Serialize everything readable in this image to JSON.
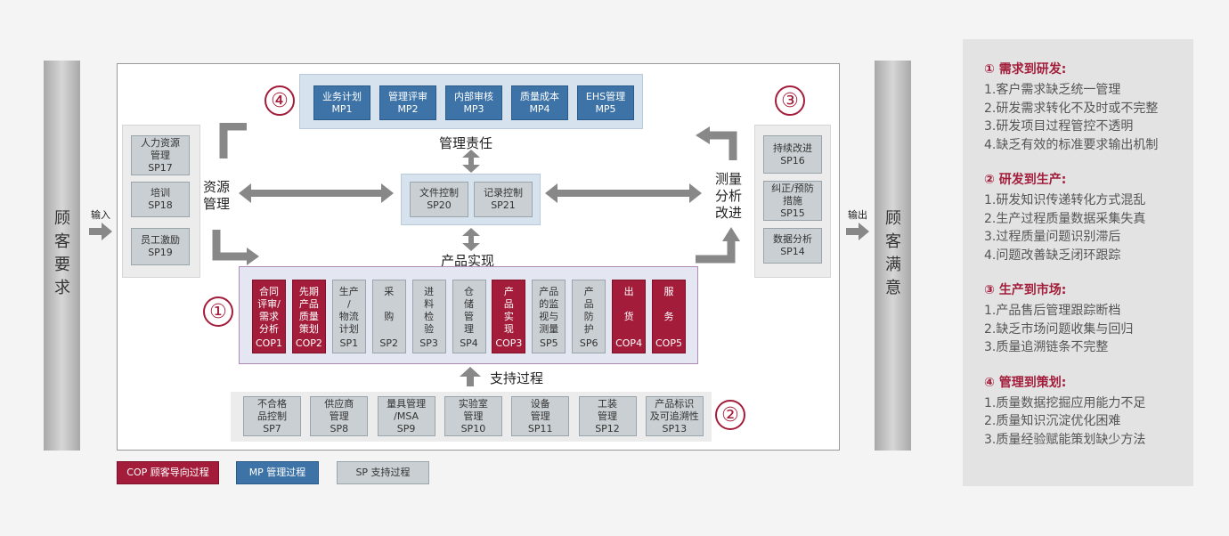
{
  "left_column": {
    "text": "顾客要求",
    "input_label": "输入"
  },
  "right_column": {
    "text": "顾客满意",
    "output_label": "输出"
  },
  "mp_boxes": [
    {
      "line1": "业务计划",
      "line2": "MP1"
    },
    {
      "line1": "管理评审",
      "line2": "MP2"
    },
    {
      "line1": "内部审核",
      "line2": "MP3"
    },
    {
      "line1": "质量成本",
      "line2": "MP4"
    },
    {
      "line1": "EHS管理",
      "line2": "MP5"
    }
  ],
  "labels": {
    "mgmt_resp": "管理责任",
    "resource_mgmt": "资源\n管理",
    "measure": "测量\n分析\n改进",
    "product_real": "产品实现",
    "support": "支持过程"
  },
  "center_boxes": [
    {
      "line1": "文件控制",
      "line2": "SP20"
    },
    {
      "line1": "记录控制",
      "line2": "SP21"
    }
  ],
  "left_sp": [
    {
      "line1": "人力资源\n管理",
      "line2": "SP17"
    },
    {
      "line1": "培训",
      "line2": "SP18"
    },
    {
      "line1": "员工激励",
      "line2": "SP19"
    }
  ],
  "right_sp": [
    {
      "line1": "持续改进",
      "line2": "SP16"
    },
    {
      "line1": "纠正/预防\n措施",
      "line2": "SP15"
    },
    {
      "line1": "数据分析",
      "line2": "SP14"
    }
  ],
  "product_steps": [
    {
      "text": "合同\n评审/\n需求\n分析",
      "code": "COP1",
      "type": "cop"
    },
    {
      "text": "先期\n产品\n质量\n策划",
      "code": "COP2",
      "type": "cop"
    },
    {
      "text": "生产\n/\n物流\n计划",
      "code": "SP1",
      "type": "sp"
    },
    {
      "text": "采\n\n购",
      "code": "SP2",
      "type": "sp"
    },
    {
      "text": "进\n料\n检\n验",
      "code": "SP3",
      "type": "sp"
    },
    {
      "text": "仓\n储\n管\n理",
      "code": "SP4",
      "type": "sp"
    },
    {
      "text": "产\n品\n实\n现",
      "code": "COP3",
      "type": "cop"
    },
    {
      "text": "产品\n的监\n视与\n测量",
      "code": "SP5",
      "type": "sp"
    },
    {
      "text": "产\n品\n防\n护",
      "code": "SP6",
      "type": "sp"
    },
    {
      "text": "出\n\n货",
      "code": "COP4",
      "type": "cop"
    },
    {
      "text": "服\n\n务",
      "code": "COP5",
      "type": "cop"
    }
  ],
  "support_boxes": [
    {
      "line1": "不合格\n品控制",
      "line2": "SP7"
    },
    {
      "line1": "供应商\n管理",
      "line2": "SP8"
    },
    {
      "line1": "量具管理\n/MSA",
      "line2": "SP9"
    },
    {
      "line1": "实验室\n管理",
      "line2": "SP10"
    },
    {
      "line1": "设备\n管理",
      "line2": "SP11"
    },
    {
      "line1": "工装\n管理",
      "line2": "SP12"
    },
    {
      "line1": "产品标识\n及可追溯性",
      "line2": "SP13"
    }
  ],
  "circle_numbers": [
    "④",
    "③",
    "①",
    "②"
  ],
  "legend": [
    {
      "text": "COP 顾客导向过程",
      "type": "cop"
    },
    {
      "text": "MP 管理过程",
      "type": "mp"
    },
    {
      "text": "SP 支持过程",
      "type": "sp"
    }
  ],
  "panel": {
    "sections": [
      {
        "title": "① 需求到研发:",
        "items": [
          "1.客户需求缺乏统一管理",
          "2.研发需求转化不及时或不完整",
          "3.研发项目过程管控不透明",
          "4.缺乏有效的标准要求输出机制"
        ]
      },
      {
        "title": "② 研发到生产:",
        "items": [
          "1.研发知识传递转化方式混乱",
          "2.生产过程质量数据采集失真",
          "3.过程质量问题识别滞后",
          "4.问题改善缺乏闭环跟踪"
        ]
      },
      {
        "title": "③ 生产到市场:",
        "items": [
          "1.产品售后管理跟踪断档",
          "2.缺乏市场问题收集与回归",
          "3.质量追溯链条不完整"
        ]
      },
      {
        "title": "④ 管理到策划:",
        "items": [
          "1.质量数据挖掘应用能力不足",
          "2.质量知识沉淀优化困难",
          "3.质量经验赋能策划缺少方法"
        ]
      }
    ]
  },
  "colors": {
    "cop": "#a31d3b",
    "mp": "#3d73a6",
    "sp": "#c9cfd3",
    "panel_bg": "#e3e3e3"
  }
}
